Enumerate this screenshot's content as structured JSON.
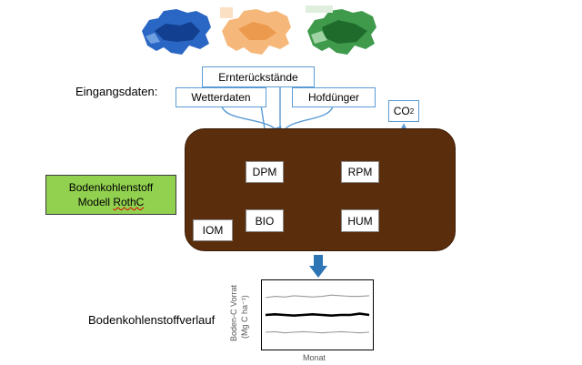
{
  "maps": [
    {
      "name": "switzerland-map-blue",
      "color": "#1f5fb8"
    },
    {
      "name": "switzerland-map-orange",
      "color": "#f0a860"
    },
    {
      "name": "switzerland-map-green",
      "color": "#2e8b3c"
    }
  ],
  "inputs": {
    "label": "Eingangsdaten:",
    "crop_residues": "Ernterückstände",
    "weather": "Wetterdaten",
    "manure": "Hofdünger"
  },
  "co2": {
    "base": "CO",
    "sub": "2"
  },
  "model": {
    "line1": "Bodenkohlenstoff",
    "line2_prefix": "Modell ",
    "line2_name": "RothC"
  },
  "pools": {
    "dpm": "DPM",
    "rpm": "RPM",
    "bio": "BIO",
    "hum": "HUM",
    "iom": "IOM"
  },
  "output": {
    "label": "Bodenkohlenstoffverlauf"
  },
  "colors": {
    "soil": "#5a2d0c",
    "arrows": "#5b9bd5",
    "model_box": "#92d050",
    "down_arrow": "#2e75b6"
  },
  "chart_data": {
    "type": "line",
    "title": "",
    "xlabel": "Monat",
    "ylabel_line1": "Boden-C Vorrat",
    "ylabel_line2": "(Mg C ha⁻¹)",
    "series": [
      {
        "values": [
          0.78,
          0.8,
          0.79,
          0.81,
          0.8,
          0.79,
          0.8,
          0.82,
          0.81,
          0.8,
          0.8,
          0.81
        ]
      },
      {
        "values": [
          0.5,
          0.51,
          0.5,
          0.49,
          0.5,
          0.51,
          0.5,
          0.49,
          0.5,
          0.5,
          0.52,
          0.5
        ]
      },
      {
        "values": [
          0.22,
          0.23,
          0.21,
          0.22,
          0.23,
          0.22,
          0.21,
          0.22,
          0.23,
          0.22,
          0.21,
          0.22
        ]
      }
    ],
    "ylim": [
      0,
      1
    ]
  }
}
